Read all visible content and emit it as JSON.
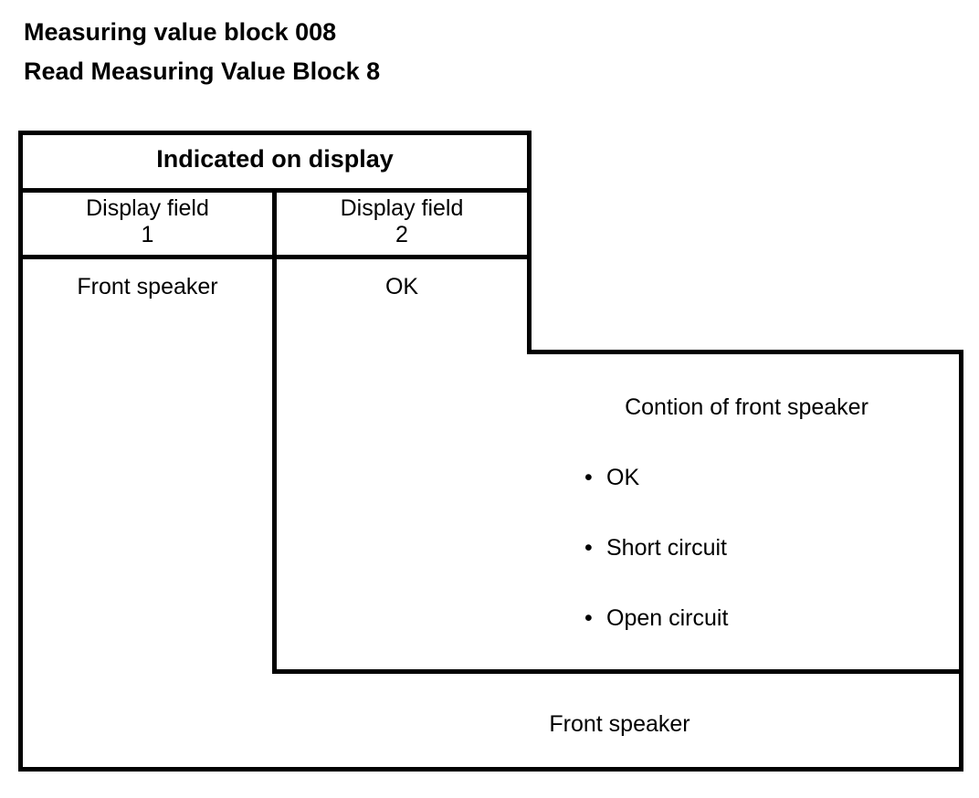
{
  "titles": {
    "line1": "Measuring value block 008",
    "line2": "Read Measuring Value Block 8"
  },
  "table": {
    "group_header": "Indicated on display",
    "columns": [
      {
        "label": "Display field\n1",
        "name": "display-field-1"
      },
      {
        "label": "Display field\n2",
        "name": "display-field-2"
      }
    ],
    "rows": [
      {
        "field1": "Front speaker",
        "field2": "OK"
      }
    ]
  },
  "callout": {
    "heading": "Contion of front speaker",
    "bullet_char": "•",
    "bullets": [
      "OK",
      "Short circuit",
      "Open circuit"
    ]
  },
  "bottom": {
    "label": "Front speaker"
  },
  "style": {
    "line_color": "#000000",
    "background": "#ffffff",
    "text_color": "#000000"
  }
}
